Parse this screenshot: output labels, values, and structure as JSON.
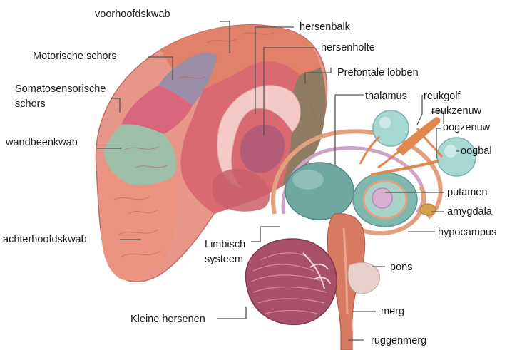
{
  "labels": {
    "voorhoofdskwab": "voorhoofdskwab",
    "motorische_schors": "Motorische schors",
    "somatosensorische_1": "Somatosensorische",
    "somatosensorische_2": "schors",
    "wandbeenkwab": "wandbeenkwab",
    "achterhoofdskwab": "achterhoofdskwab",
    "hersenbalk": "hersenbalk",
    "hersenholte": "hersenholte",
    "prefontale_lobben": "Prefontale lobben",
    "thalamus": "thalamus",
    "reukgolf": "reukgolf",
    "reukzenuw": "reukzenuw",
    "oogzenuw": "oogzenuw",
    "oogbal": "oogbal",
    "putamen": "putamen",
    "amygdala": "amygdala",
    "hypocampus": "hypocampus",
    "limbisch_1": "Limbisch",
    "limbisch_2": "systeem",
    "pons": "pons",
    "kleine_hersenen": "Kleine hersenen",
    "merg": "merg",
    "ruggenmerg": "ruggenmerg"
  },
  "colors": {
    "frontal": "#e58a72",
    "motor": "#9c8fa8",
    "somato": "#d9667a",
    "parietal": "#9fc0a8",
    "occipital": "#e9907c",
    "prefrontal": "#927a62",
    "callosum": "#f2c8c4",
    "ventricle": "#b8607a",
    "thalamus": "#6fa8a0",
    "limbic": "#e2a080",
    "eyeball": "#a8d8d4",
    "cerebellum": "#a8506a",
    "brainstem": "#d77a62",
    "nerve": "#e08850",
    "amygdala": "#d4a050"
  }
}
